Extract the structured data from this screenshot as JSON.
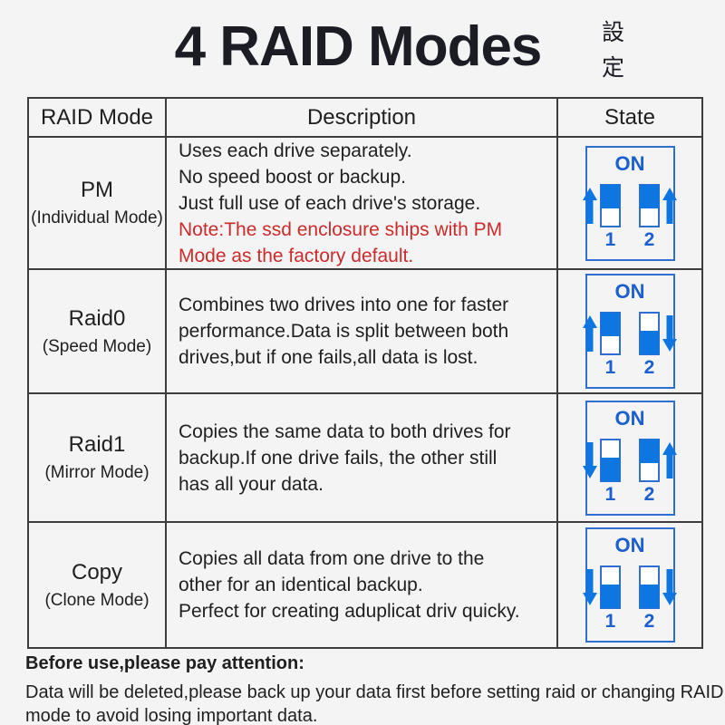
{
  "title": "4 RAID Modes",
  "title_vertical": [
    "設",
    "定"
  ],
  "table": {
    "headers": [
      "RAID Mode",
      "Description",
      "State"
    ],
    "rows": [
      {
        "mode": "PM",
        "mode_sub": "(Individual Mode)",
        "desc_lines": [
          "Uses each drive separately.",
          "No speed boost or backup.",
          "Just full use of each drive's storage."
        ],
        "note_lines": [
          "Note:The ssd enclosure ships with PM",
          "Mode as the factory default."
        ],
        "switch": {
          "on_label": "ON",
          "switch1": "up",
          "switch2": "up",
          "numbers": [
            "1",
            "2"
          ]
        }
      },
      {
        "mode": "Raid0",
        "mode_sub": "(Speed Mode)",
        "desc_lines": [
          "Combines two drives into one for faster",
          "performance.Data is split between both",
          "drives,but if one fails,all data is lost."
        ],
        "note_lines": [],
        "switch": {
          "on_label": "ON",
          "switch1": "up",
          "switch2": "down",
          "numbers": [
            "1",
            "2"
          ]
        }
      },
      {
        "mode": "Raid1",
        "mode_sub": "(Mirror Mode)",
        "desc_lines": [
          "Copies the same data to both drives for",
          "backup.If one drive fails, the other still",
          "has all your data."
        ],
        "note_lines": [],
        "switch": {
          "on_label": "ON",
          "switch1": "down",
          "switch2": "up",
          "numbers": [
            "1",
            "2"
          ]
        }
      },
      {
        "mode": "Copy",
        "mode_sub": "(Clone Mode)",
        "desc_lines": [
          "Copies all data from one drive to the",
          "other for an identical backup.",
          "Perfect for creating aduplicat driv quicky."
        ],
        "note_lines": [],
        "switch": {
          "on_label": "ON",
          "switch1": "down",
          "switch2": "down",
          "numbers": [
            "1",
            "2"
          ]
        }
      }
    ]
  },
  "footer": {
    "heading": "Before use,please pay attention:",
    "body_lines": [
      "Data will be deleted,please back up your data first before setting raid or changing RAID",
      "mode to avoid losing important data."
    ]
  },
  "colors": {
    "accent_blue": "#0e76e0",
    "blue_text": "#1b5fd0",
    "box_border_blue": "#2f6fd2",
    "note_red": "#cc2b2b",
    "table_border": "#3d3d3d",
    "text_dark": "#1f1f1f",
    "page_bg": "#f4f4f4"
  }
}
